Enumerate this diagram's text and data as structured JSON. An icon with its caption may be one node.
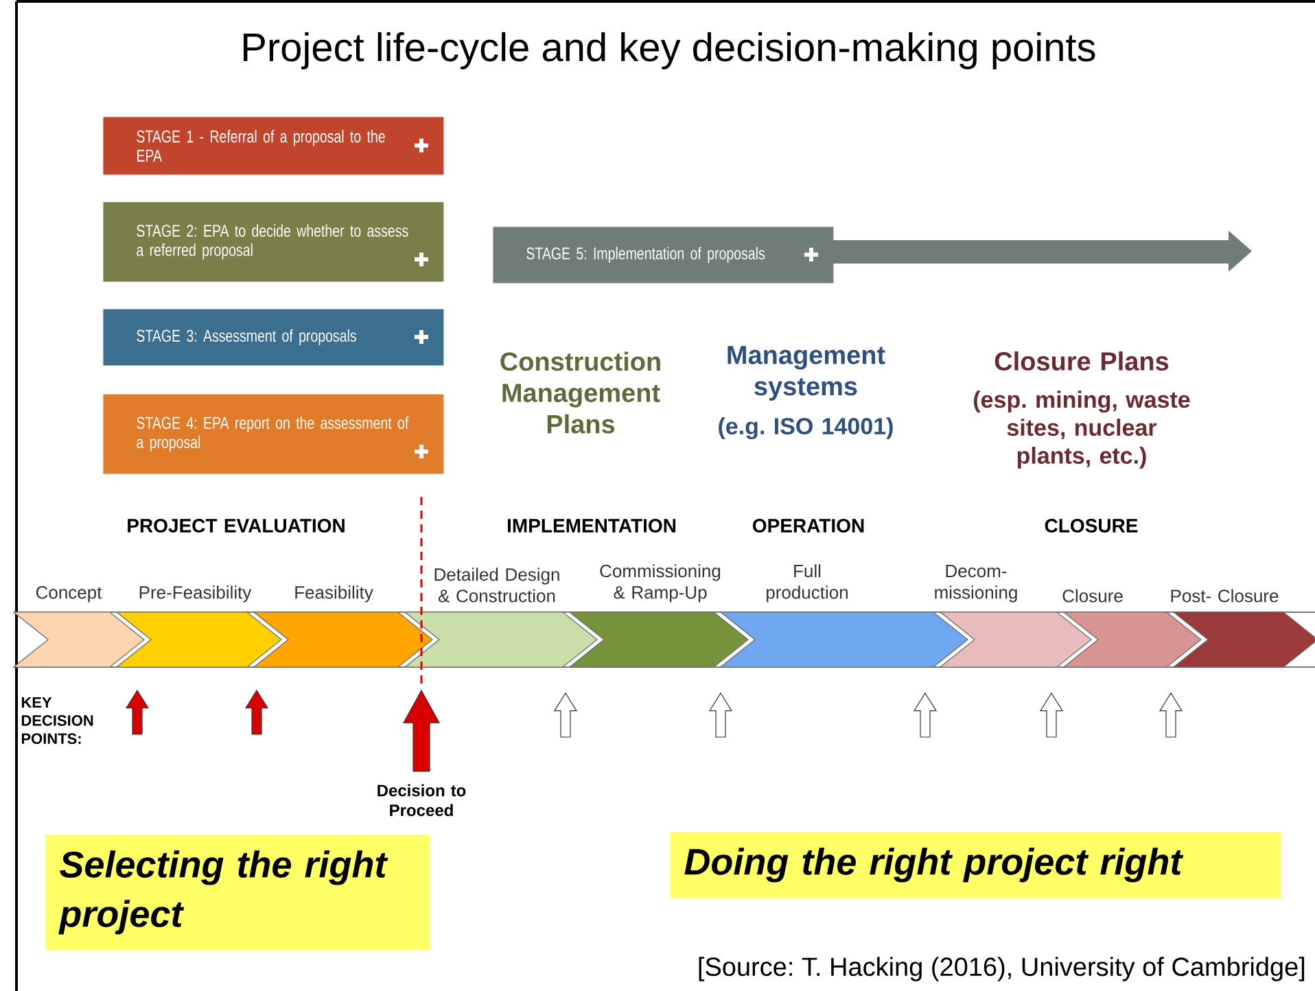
{
  "diagram": {
    "title": "Project life-cycle and key decision-making points",
    "caption": "[Source: T. Hacking (2016), University of Cambridge]",
    "nodes": [
      {
        "text": [
          "STAGE 1 - Referral of a proposal to the EPA"
        ]
      },
      {
        "text": [
          "STAGE 2: EPA to decide whether to assess a referred proposal"
        ]
      },
      {
        "text": [
          "STAGE 3: Assessment of proposals"
        ]
      },
      {
        "text": [
          "STAGE 4: EPA report on the assessment of a proposal"
        ]
      },
      {
        "text": [
          "STAGE 5: Implementation of proposals"
        ]
      },
      {
        "text": [
          "Selecting the right project"
        ]
      },
      {
        "text": [
          "Doing the right project right"
        ]
      }
    ],
    "labels": [
      "Construction Management Plans",
      "Management systems",
      "(e.g. ISO 14001)",
      "Closure Plans",
      "(esp. mining, waste sites, nuclear plants, etc.)",
      "PROJECT EVALUATION",
      "IMPLEMENTATION",
      "OPERATION",
      "CLOSURE",
      "Concept",
      "Pre-Feasibility",
      "Feasibility",
      "Detailed Design & Construction",
      "Commissioning & Ramp-Up",
      "Full production",
      "Decom- missioning",
      "Closure",
      "Post- Closure",
      "KEY DECISION POINTS:",
      "Decision to Proceed"
    ]
  }
}
